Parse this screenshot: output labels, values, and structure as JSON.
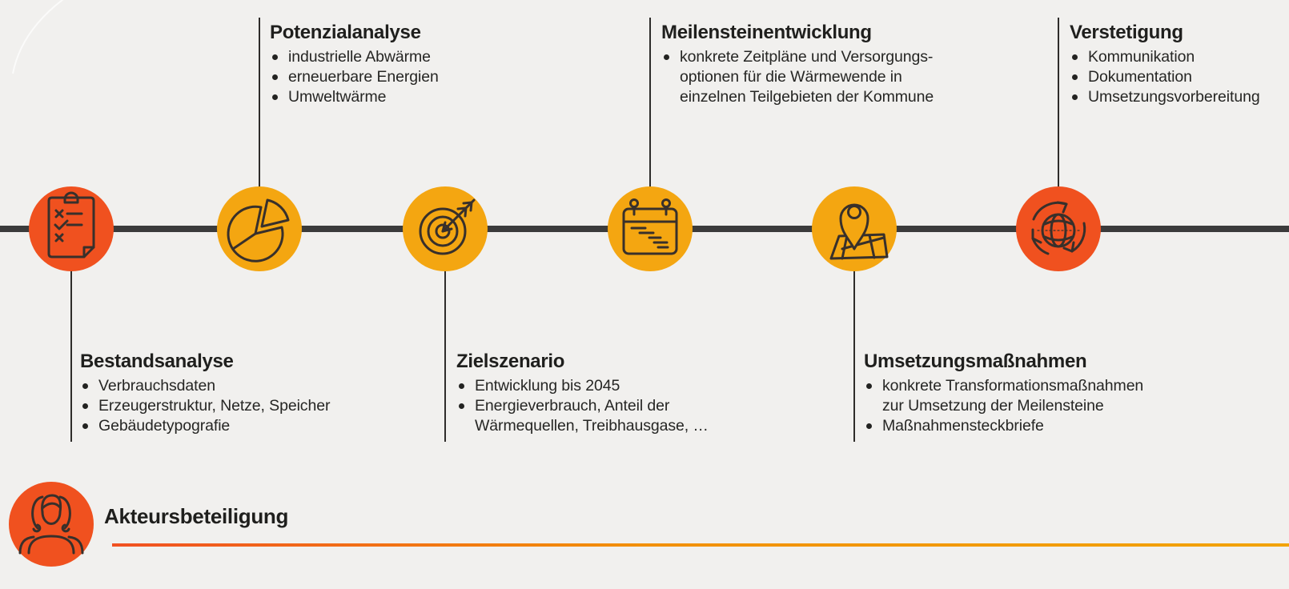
{
  "colors": {
    "background": "#f1f0ee",
    "timeline": "#3b3b3b",
    "connector": "#2e2c2a",
    "text": "#1f1f1d",
    "circle_red": "#f0511f",
    "circle_amber": "#f4a611",
    "icon_stroke": "#38302b",
    "gradient_start": "#f15122",
    "gradient_mid": "#f29008",
    "gradient_end": "#f2a303"
  },
  "phases": [
    {
      "id": "bestandsanalyse",
      "title": "Bestandsanalyse",
      "side": "below",
      "icon": "clipboard-checklist-icon",
      "circle_color": "#f0511f",
      "bullets": [
        "Verbrauchsdaten",
        "Erzeugerstruktur, Netze, Speicher",
        "Gebäudetypografie"
      ]
    },
    {
      "id": "potenzialanalyse",
      "title": "Potenzialanalyse",
      "side": "above",
      "icon": "pie-chart-icon",
      "circle_color": "#f4a611",
      "bullets": [
        "industrielle Abwärme",
        "erneuerbare Energien",
        "Umweltwärme"
      ]
    },
    {
      "id": "zielszenario",
      "title": "Zielszenario",
      "side": "below",
      "icon": "target-arrow-icon",
      "circle_color": "#f4a611",
      "bullets": [
        "Entwicklung bis 2045",
        "Energieverbrauch, Anteil der\nWärmequellen, Treibhausgase, …"
      ]
    },
    {
      "id": "meilensteinentwicklung",
      "title": "Meilensteinentwicklung",
      "side": "above",
      "icon": "calendar-schedule-icon",
      "circle_color": "#f4a611",
      "bullets": [
        "konkrete Zeitpläne und Versorgungs-\noptionen für die Wärmewende in\neinzelnen Teilgebieten der Kommune"
      ]
    },
    {
      "id": "umsetzungsmassnahmen",
      "title": "Umsetzungsmaßnahmen",
      "side": "below",
      "icon": "map-pin-icon",
      "circle_color": "#f4a611",
      "bullets": [
        "konkrete Transformationsmaßnahmen\nzur Umsetzung der Meilensteine",
        "Maßnahmensteckbriefe"
      ]
    },
    {
      "id": "verstetigung",
      "title": "Verstetigung",
      "side": "above",
      "icon": "globe-cycle-icon",
      "circle_color": "#f0511f",
      "bullets": [
        "Kommunikation",
        "Dokumentation",
        "Umsetzungsvorbereitung"
      ]
    }
  ],
  "footer": {
    "label": "Akteursbeteiligung",
    "icon": "people-icon",
    "circle_color": "#f0511f"
  }
}
